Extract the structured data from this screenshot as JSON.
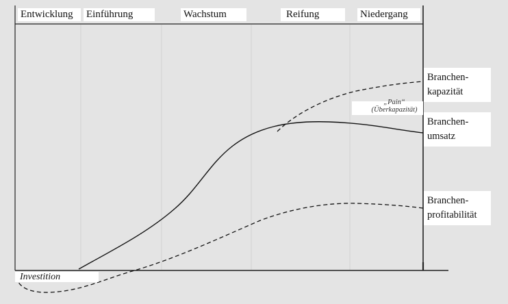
{
  "phases": [
    "Entwicklung",
    "Einführung",
    "Wachstum",
    "Reifung",
    "Niedergang"
  ],
  "side_labels": {
    "capacity": [
      "Branchen-",
      "kapazität"
    ],
    "sales": [
      "Branchen-",
      "umsatz"
    ],
    "profitability": [
      "Branchen-",
      "profitabilität"
    ]
  },
  "annotation": {
    "line1": "„Pain“",
    "line2": "(Überkapazität)"
  },
  "investment_label": "Investition",
  "colors": {
    "background": "#e4e4e4",
    "axis": "#222222",
    "curve": "#111111",
    "divider": "#cfcfcf",
    "label_bg": "#ffffff"
  }
}
